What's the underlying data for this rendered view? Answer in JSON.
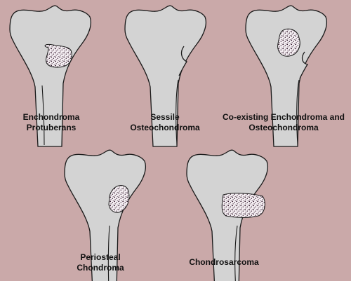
{
  "panels": [
    {
      "id": "enchondroma-protuberans",
      "caption": [
        "Enchondroma",
        "Protuberans"
      ]
    },
    {
      "id": "sessile-osteochondroma",
      "caption": [
        "Sessile",
        "Osteochondroma"
      ]
    },
    {
      "id": "coexisting",
      "caption": [
        "Co-existing Enchondroma and",
        "Osteochondroma"
      ]
    },
    {
      "id": "periosteal-chondroma",
      "caption": [
        "Periosteal",
        "Chondroma"
      ]
    },
    {
      "id": "chondrosarcoma",
      "caption": [
        "Chondrosarcoma"
      ]
    }
  ],
  "colors": {
    "background": "#caa9a9",
    "bone_fill": "#d3d3d3",
    "bone_outline": "#1a1a1a",
    "lesion_fill": "#f4eef2",
    "lesion_speckle": "#2a0f22"
  }
}
